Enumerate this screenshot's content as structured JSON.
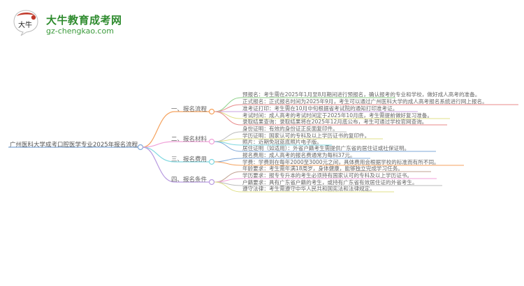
{
  "logo": {
    "mark_text": "大牛",
    "title": "大牛教育成考网",
    "url": "gz-chengkao.com",
    "colors": {
      "green": "#2e8b2e",
      "red": "#c0392b"
    }
  },
  "mindmap": {
    "root": "广州医科大学成考口腔医学专业2025年报名流程",
    "branches": [
      {
        "label": "一、报名流程",
        "color": "#f5a25d",
        "leaves": [
          {
            "text": "预报名：考生需在2025年1月至8月期间进行预报名，确认报考的专业和学校，做好成人高考的准备。",
            "color": "#8fd18a"
          },
          {
            "text": "正式报名：正式报名时间为2025年9月，考生可以通过广州医科大学的成人高考报名系统进行网上报名。",
            "color": "#e88a8a"
          },
          {
            "text": "准考证打印：考生需在10月中旬根据省考试院的通知打印准考证。",
            "color": "#c9a0e0"
          },
          {
            "text": "考试时间：成人高考的考试时间定于2025年10月底，考生需提前做好复习准备。",
            "color": "#e0e08a"
          },
          {
            "text": "录取结果查询：录取结果将在2025年12月底公布，考生可通过学校官网查询。",
            "color": "#e88a8a"
          }
        ]
      },
      {
        "label": "二、报名材料",
        "color": "#f0a0d8",
        "leaves": [
          {
            "text": "身份证明：有效的身份证正反面复印件。",
            "color": "#bbbbbb"
          },
          {
            "text": "学历证明：国家认可的专科及以上学历证书的复印件。",
            "color": "#e0e08a"
          },
          {
            "text": "照片：近期免冠蓝底照片电子版。",
            "color": "#7fd8e0"
          },
          {
            "text": "居住证明（如适用）：外省户籍考生需提供广东省的居住证或社保证明。",
            "color": "#7fa8d8"
          }
        ]
      },
      {
        "label": "三、报名费用",
        "color": "#7fd8e0",
        "leaves": [
          {
            "text": "报名费用：成人高考的报名费通常为每科37元。",
            "color": "#7fa8d8"
          },
          {
            "text": "学费：学费则在每年2000至3000元之间，具体费用会根据学校的标准而有所不同。",
            "color": "#f5a25d"
          }
        ]
      },
      {
        "label": "四、报名条件",
        "color": "#b89ae0",
        "leaves": [
          {
            "text": "年龄要求：考生需年满18周岁，身体健康，能够独立完成学习任务。",
            "color": "#c0a090"
          },
          {
            "text": "学历要求：报专专升本的考生必须持有国家认可的专科及以上学历证书。",
            "color": "#f0a0d8"
          },
          {
            "text": "户籍要求：具有广东省户籍的考生，或持有广东省有效居住证的外省考生。",
            "color": "#bbbbbb"
          },
          {
            "text": "遵守法律：考生需遵守中华人民共和国宪法和法律规定。",
            "color": "#e0e08a"
          }
        ]
      }
    ]
  }
}
